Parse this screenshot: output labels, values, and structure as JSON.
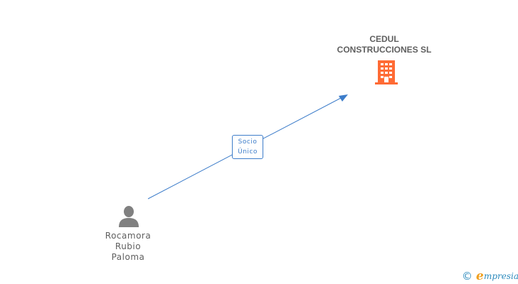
{
  "company": {
    "name_line1": "CEDUL",
    "name_line2": "CONSTRUCCIONES SL",
    "icon": "building-icon",
    "icon_color": "#ff6b35"
  },
  "relation": {
    "label_line1": "Socio",
    "label_line2": "Único",
    "color": "#3d7dca"
  },
  "person": {
    "name_line1": "Rocamora",
    "name_line2": "Rubio",
    "name_line3": "Paloma",
    "icon": "person-icon",
    "icon_color": "#808080"
  },
  "brand": {
    "copyright": "©",
    "logo_initial": "e",
    "logo_rest": "mpresia"
  }
}
